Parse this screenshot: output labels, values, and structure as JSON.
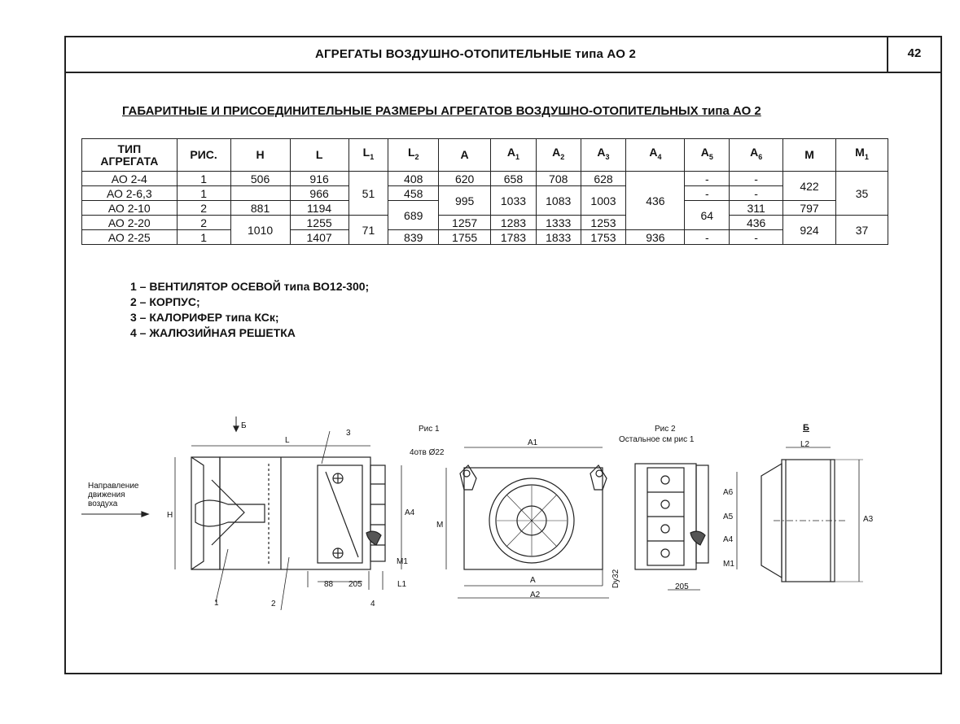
{
  "header": {
    "title": "АГРЕГАТЫ ВОЗДУШНО-ОТОПИТЕЛЬНЫЕ типа АО 2",
    "page_number": "42"
  },
  "subtitle": "ГАБАРИТНЫЕ И ПРИСОЕДИНИТЕЛЬНЫЕ РАЗМЕРЫ АГРЕГАТОВ ВОЗДУШНО-ОТОПИТЕЛЬНЫХ типа АО 2",
  "table": {
    "headers": {
      "type_line1": "ТИП",
      "type_line2": "АГРЕГАТА",
      "fig": "РИС.",
      "H": "H",
      "L": "L",
      "L1": "L",
      "L2": "L",
      "A": "A",
      "A1": "A",
      "A2": "A",
      "A3": "A",
      "A4": "A",
      "A5": "A",
      "A6": "A",
      "M": "M",
      "M1": "M"
    },
    "subscripts": {
      "L1": "1",
      "L2": "2",
      "A1": "1",
      "A2": "2",
      "A3": "3",
      "A4": "4",
      "A5": "5",
      "A6": "6",
      "M1": "1"
    },
    "rows": [
      {
        "type": "АО 2-4",
        "fig": "1"
      },
      {
        "type": "АО 2-6,3",
        "fig": "1"
      },
      {
        "type": "АО 2-10",
        "fig": "2"
      },
      {
        "type": "АО 2-20",
        "fig": "2"
      },
      {
        "type": "АО 2-25",
        "fig": "1"
      }
    ],
    "cells": {
      "H_r1": "506",
      "H_r3": "881",
      "H_r45": "1010",
      "L": [
        "916",
        "966",
        "1194",
        "1255",
        "1407"
      ],
      "L1_r123": "51",
      "L1_r45": "71",
      "L2_r1": "408",
      "L2_r2": "458",
      "L2_r34": "689",
      "L2_r5": "839",
      "A_r1": "620",
      "A_r23": "995",
      "A_r4": "1257",
      "A_r5": "1755",
      "A1_r1": "658",
      "A1_r23": "1033",
      "A1_r4": "1283",
      "A1_r5": "1783",
      "A2_r1": "708",
      "A2_r23": "1083",
      "A2_r4": "1333",
      "A2_r5": "1833",
      "A3_r1": "628",
      "A3_r23": "1003",
      "A3_r4": "1253",
      "A3_r5": "1753",
      "A4_r1234": "436",
      "A4_r5": "936",
      "A5_r1": "-",
      "A5_r2": "-",
      "A5_r34": "64",
      "A5_r5": "-",
      "A6_r1": "-",
      "A6_r2": "-",
      "A6_r3": "311",
      "A6_r4": "436",
      "A6_r5": "-",
      "M_r12": "422",
      "M_r3": "797",
      "M_r45": "924",
      "M1_r123": "35",
      "M1_r45": "37"
    }
  },
  "legend": [
    "1 – ВЕНТИЛЯТОР ОСЕВОЙ типа ВО12-300;",
    "2 – КОРПУС;",
    "3 – КАЛОРИФЕР типа КСк;",
    "4 – ЖАЛЮЗИЙНАЯ РЕШЕТКА"
  ],
  "drawing": {
    "airflow_line1": "Направление",
    "airflow_line2": "движения",
    "airflow_line3": "воздуха",
    "view_b_arrow": "Б",
    "L": "L",
    "H": "H",
    "A4": "A4",
    "M1": "M1",
    "callout_3": "3",
    "callout_1": "1",
    "callout_2": "2",
    "callout_4": "4",
    "dim_88": "88",
    "dim_205": "205",
    "L1": "L1",
    "fig1": "Рис 1",
    "holes": "4отв Ø22",
    "A1": "A1",
    "M": "M",
    "A": "A",
    "A2": "A2",
    "dim_32": "Dy32",
    "fig2": "Рис 2",
    "fig2_note": "Остальное см  рис 1",
    "A6": "A6",
    "A5": "A5",
    "A4b": "A4",
    "M1b": "M1",
    "dim_205b": "205",
    "view_b": "Б",
    "L2": "L2",
    "A3": "A3"
  }
}
